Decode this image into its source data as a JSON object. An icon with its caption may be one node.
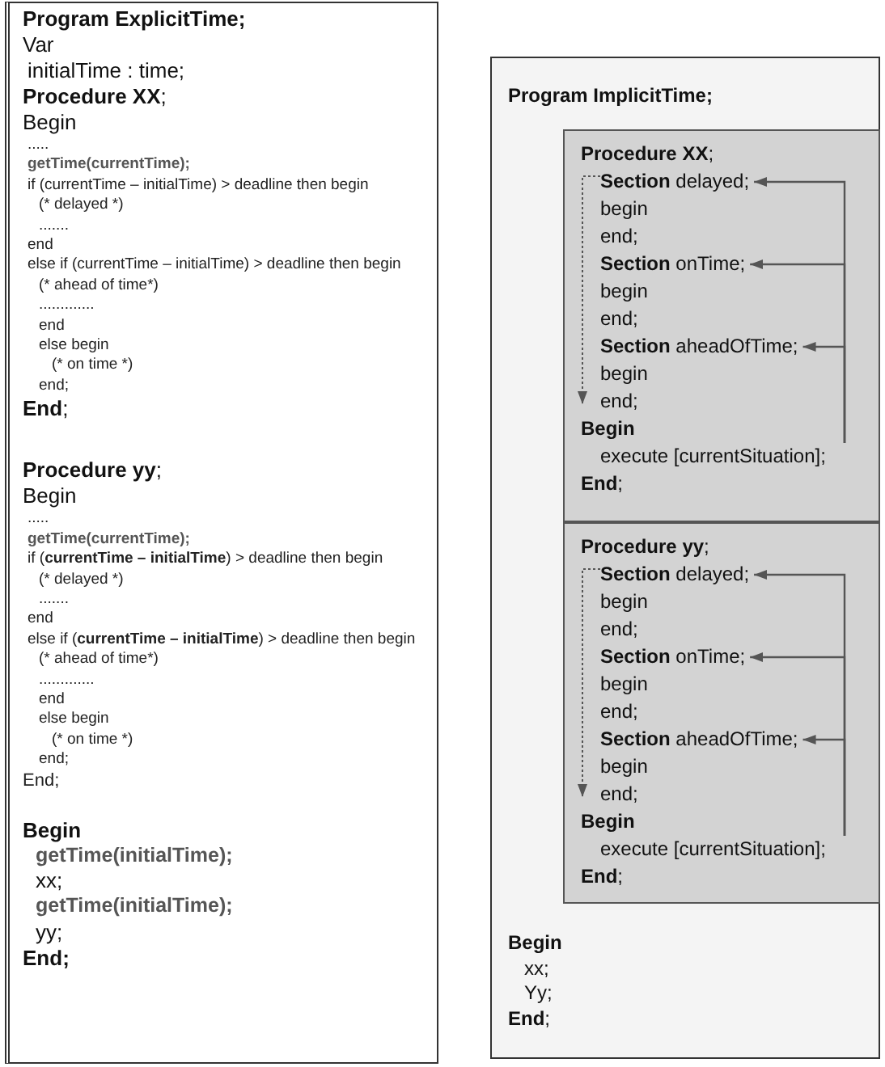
{
  "diagram": {
    "nodes": [
      {
        "text": [
          "Program  ExplicitTime;",
          "Var",
          "initialTime : time;",
          "**Procedure XX**;",
          "Begin",
          ".....",
          "getTime(currentTime);",
          "if (currentTime – initialTime) > deadline then  begin",
          "(* delayed *)",
          ".......",
          "end",
          "else if (currentTime – initialTime) > deadline then begin",
          "(* ahead of time*)",
          ".............",
          "end",
          "else  begin",
          "(* on time *)",
          "end;",
          "**End**;",
          "**Procedure yy**;",
          "Begin",
          ".....",
          "getTime(currentTime);",
          "if (**currentTime – initialTime**) > deadline then  begin",
          "(* delayed *)",
          ".......",
          "end",
          "else if (**currentTime – initialTime**) > deadline then begin",
          "(* ahead of time*)",
          ".............",
          "end",
          "else  begin",
          "(* on time *)",
          "end;",
          "End;",
          "Begin",
          "getTime(initialTime);",
          "xx;",
          "getTime(initialTime);",
          "yy;",
          "**End**;"
        ]
      },
      {
        "text": [
          "Program ImplicitTime;",
          "Begin",
          "xx;",
          "Yy;",
          "**End**;"
        ]
      },
      {
        "text": [
          "**Procedure XX**;",
          "begin",
          "end;",
          "begin",
          "end;",
          "begin",
          "end;",
          "Begin",
          "**End**;"
        ],
        "in": 1
      },
      {
        "text": [
          "**Section** delayed;"
        ],
        "in": 2
      },
      {
        "text": [
          "**Section** onTime;"
        ],
        "in": 2
      },
      {
        "text": [
          "**Section** aheadOfTime;"
        ],
        "in": 2
      },
      {
        "text": [
          "execute [currentSituation];"
        ],
        "in": 2
      },
      {
        "text": [
          "**Procedure yy**;",
          "begin",
          "end;",
          "begin",
          "end;",
          "begin",
          "end;",
          "Begin",
          "**End**;"
        ],
        "in": 1
      },
      {
        "text": [
          "**Section** delayed;"
        ],
        "in": 7
      },
      {
        "text": [
          "**Section** onTime;"
        ],
        "in": 7
      },
      {
        "text": [
          "**Section** aheadOfTime;"
        ],
        "in": 7
      },
      {
        "text": [
          "execute [currentSituation];"
        ],
        "in": 7
      }
    ],
    "edges": [
      {
        "from": 6,
        "to": 3,
        "arrow": "to"
      },
      {
        "from": 6,
        "to": 4,
        "arrow": "to"
      },
      {
        "from": 6,
        "to": 5,
        "arrow": "to"
      },
      {
        "from": 11,
        "to": 8,
        "arrow": "to"
      },
      {
        "from": 11,
        "to": 9,
        "arrow": "to"
      },
      {
        "from": 11,
        "to": 10,
        "arrow": "to"
      },
      {
        "from": 3,
        "to": null,
        "arrow": "to",
        "style": "dashed"
      },
      {
        "from": 8,
        "to": null,
        "arrow": "to",
        "style": "dashed"
      }
    ]
  }
}
